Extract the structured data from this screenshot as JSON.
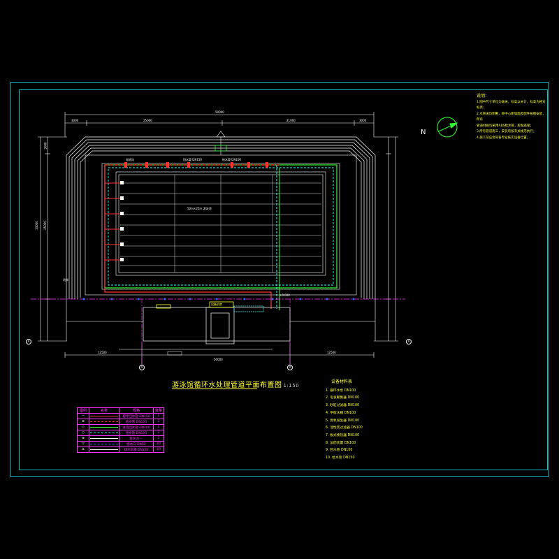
{
  "title": {
    "text": "游泳馆循环水处理管道平面布置图",
    "scale": "1:150"
  },
  "notes": {
    "heading": "说明：",
    "lines": [
      "1.图中尺寸单位为毫米，标高以米计，标高为相对标高；",
      "2.水管道均明敷，管中心距墙面及配件按图安装，所有",
      "  管道材质均采用ABS给水管，胶粘连接；",
      "3.所有管道施工，安装均按有关规范执行；",
      "4.施工前应会同各专业核实设备位置。"
    ]
  },
  "equipment_list": {
    "heading": "设备材料表",
    "items": [
      "1. 循环水泵 DN100",
      "2. 毛发聚集器 DN100",
      "3. 砂缸过滤器 DN100",
      "4. 平衡水箱 DN100",
      "5. 臭氧发生器 DN100",
      "6. 活性炭过滤器 DN100",
      "7. 板式换热器 DN100",
      "8. 加药装置 DN100",
      "9. 回水管 DN100",
      "10. 给水管 DN150"
    ]
  },
  "legend": {
    "headers": [
      "图例",
      "名称",
      "规格",
      "数量"
    ],
    "rows": [
      {
        "sym": "—",
        "color": "#ff3333",
        "dash": false,
        "name": "循环回水管",
        "spec": "DN150",
        "qty": "1"
      },
      {
        "sym": "⊕",
        "color": "#ff3333",
        "dash": true,
        "name": "给水管",
        "spec": "DN100",
        "qty": "1"
      },
      {
        "sym": "◇",
        "color": "#33ff33",
        "dash": false,
        "name": "溢流回水管",
        "spec": "DN100",
        "qty": "1"
      },
      {
        "sym": "○",
        "color": "#33ffff",
        "dash": true,
        "name": "泄水管",
        "spec": "DN100",
        "qty": "1"
      },
      {
        "sym": "⊗",
        "color": "#ffffff",
        "dash": false,
        "name": "排水沟",
        "spec": "—",
        "qty": "1"
      },
      {
        "sym": "▽",
        "color": "#3366ff",
        "dash": true,
        "name": "给水口",
        "spec": "DN50",
        "qty": "20"
      },
      {
        "sym": "∆",
        "color": "#ffffff",
        "dash": false,
        "name": "排水地漏",
        "spec": "DN100",
        "qty": "20"
      }
    ]
  },
  "dimensions": {
    "top_overall": "50000",
    "top_seg1": "3000",
    "top_seg2": "25000",
    "top_seg3": "21000",
    "top_seg4": "3000",
    "left_overall": "33000",
    "left_seg1": "3000",
    "left_seg2": "25000",
    "bottom_overall": "50000",
    "bottom_seg1": "12500",
    "bottom_seg2": "12500"
  },
  "axes": {
    "left": "A",
    "right": "A",
    "bottom_left": "①",
    "bottom_right": "⑤"
  },
  "labels": {
    "pool": "50m×25m 游泳池",
    "return_pipe": "回水管 DN150",
    "supply_pipe": "给水管 DN100",
    "overflow": "溢流沟",
    "equipment_room": "设备机房",
    "level": "±0.000",
    "deck": "池岸"
  },
  "colors": {
    "frame": "#19c0c0",
    "text": "#ffff33",
    "wall": "#ffffff",
    "return_line": "#ff3333",
    "overflow_line": "#33ff33",
    "drain_line": "#33ffff",
    "axis_line": "#ff33ff"
  }
}
